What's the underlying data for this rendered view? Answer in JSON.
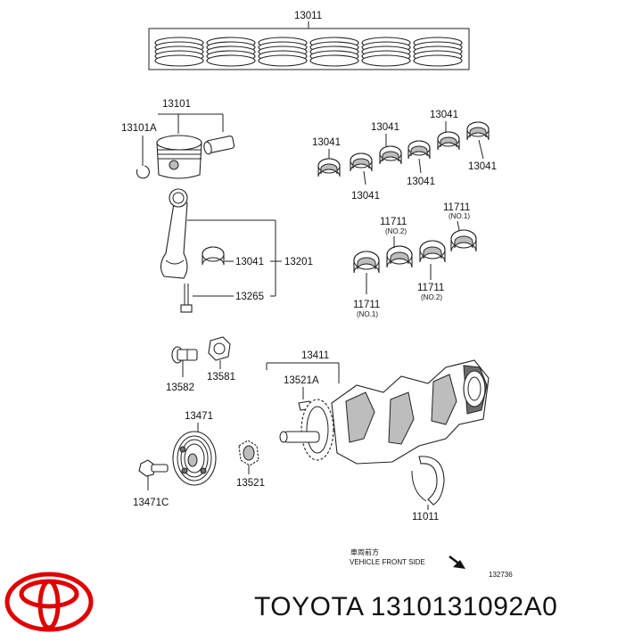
{
  "labels": {
    "ring_set": "13011",
    "piston": "13101",
    "piston_pin_clip": "13101A",
    "bearing_a": "13041",
    "bearing_b": "13041",
    "bearing_c": "13041",
    "bearing_d": "13041",
    "bearing_e": "13041",
    "bearing_f": "13041",
    "main_bearing_1": "11711",
    "main_bearing_1_note": "(NO.2)",
    "main_bearing_2": "11711",
    "main_bearing_2_note": "(NO.1)",
    "main_bearing_3": "11711",
    "main_bearing_3_note": "(NO.1)",
    "main_bearing_4": "11711",
    "main_bearing_4_note": "(NO.2)",
    "conrod_bearing": "13041",
    "conrod": "13201",
    "conrod_bolt": "13265",
    "crankshaft": "13411",
    "crank_key": "13521A",
    "bolt": "13582",
    "washer": "13581",
    "pulley": "13471",
    "pulley_bolt": "13471C",
    "timing_gear": "13521",
    "thrust_washer": "11011",
    "front_jp": "車両前方",
    "front_en": "VEHICLE FRONT SIDE",
    "diagram_no": "132736"
  },
  "footer": {
    "brand": "TOYOTA",
    "part_number": "1310131092A0"
  }
}
